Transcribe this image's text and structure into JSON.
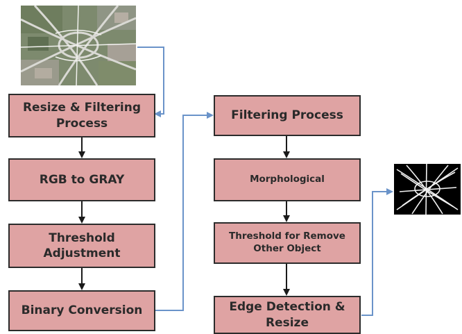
{
  "colors": {
    "box_fill": "#dfa3a3",
    "box_border": "#2b2b2b",
    "black_arrow": "#1a1a1a",
    "blue_arrow": "#6a93c9"
  },
  "images": {
    "input": "aerial-road-interchange-photo",
    "output": "binary-edge-detected-road-image"
  },
  "pipeline_left": [
    "Resize & Filtering\nProcess",
    "RGB to GRAY",
    "Threshold\nAdjustment",
    "Binary Conversion"
  ],
  "pipeline_right": [
    "Filtering Process",
    "Morphological",
    "Threshold for Remove\nOther Object",
    "Edge Detection &\nResize"
  ]
}
